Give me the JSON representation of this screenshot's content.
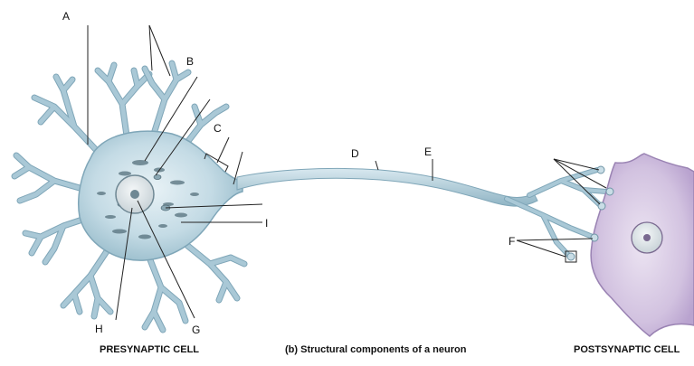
{
  "diagram": {
    "labels": {
      "a": "A",
      "b": "B",
      "c": "C",
      "d": "D",
      "e": "E",
      "f": "F",
      "g": "G",
      "h": "H",
      "i": "I"
    },
    "captions": {
      "presynaptic": "PRESYNAPTIC CELL",
      "figure_title": "(b) Structural components of a neuron",
      "postsynaptic": "POSTSYNAPTIC CELL"
    }
  }
}
